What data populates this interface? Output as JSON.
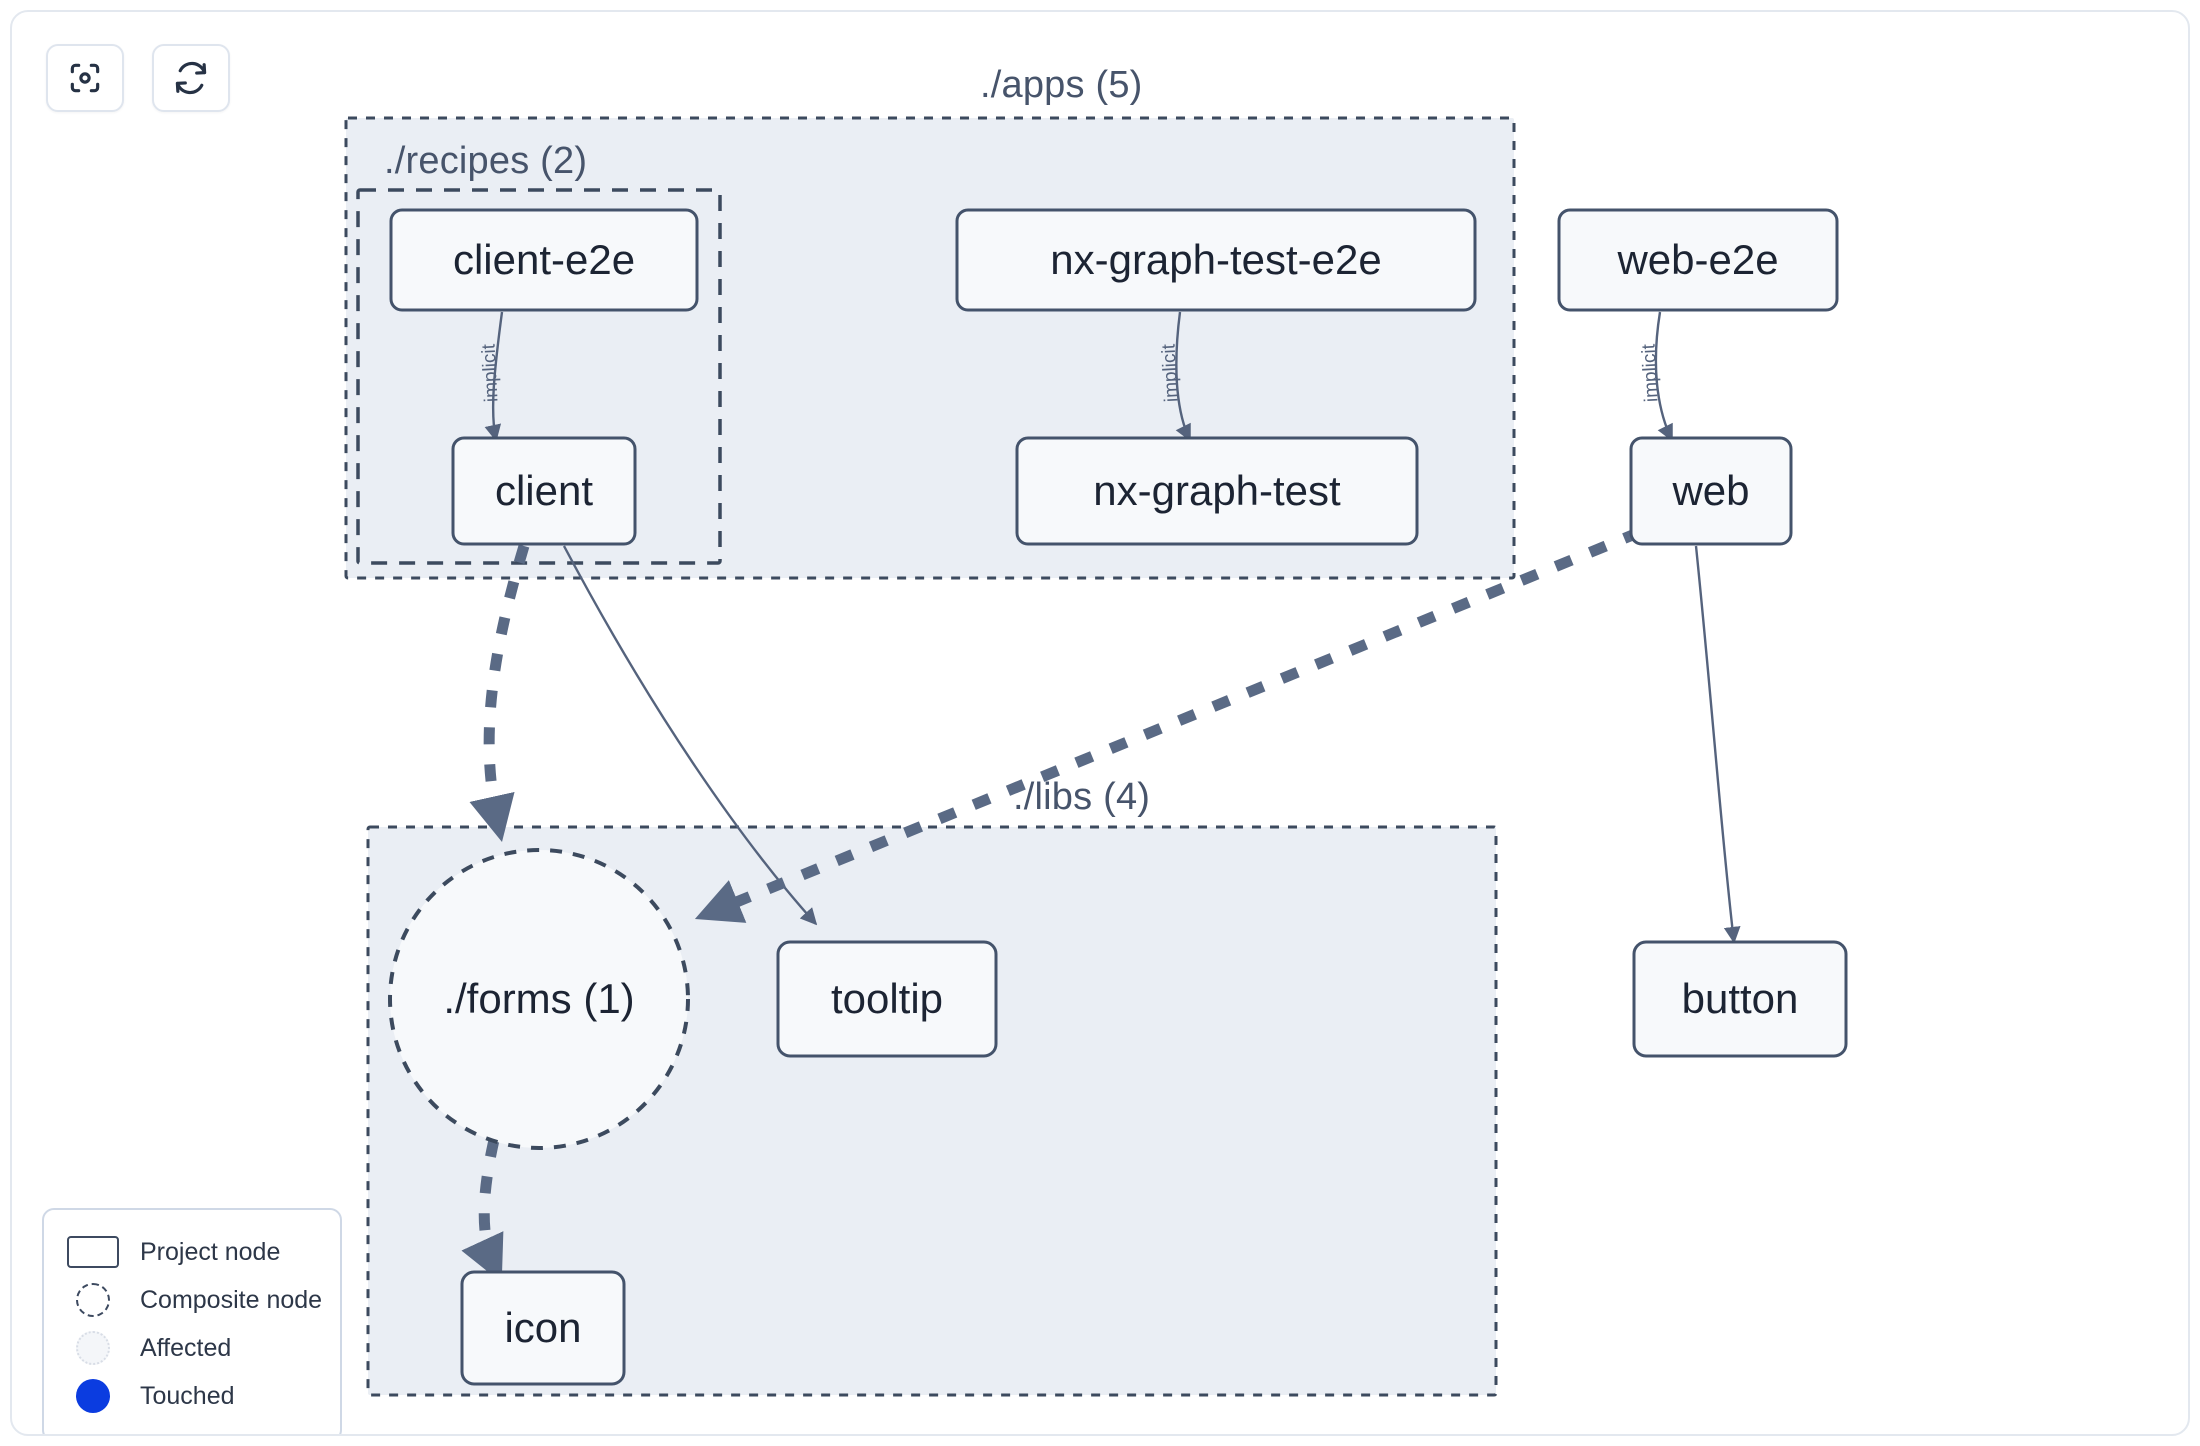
{
  "toolbar": {
    "buttons": [
      {
        "name": "focus-graph-button",
        "icon": "focus-target-icon",
        "label": ""
      },
      {
        "name": "refresh-graph-button",
        "icon": "refresh-icon",
        "label": ""
      }
    ]
  },
  "graph": {
    "groups": [
      {
        "id": "apps",
        "label": "./apps (5)",
        "style": "dotted"
      },
      {
        "id": "recipes",
        "label": "./recipes (2)",
        "style": "dashed"
      },
      {
        "id": "libs",
        "label": "./libs (4)",
        "style": "dotted"
      }
    ],
    "nodes": [
      {
        "id": "client-e2e",
        "label": "client-e2e",
        "type": "project",
        "group": "recipes"
      },
      {
        "id": "client",
        "label": "client",
        "type": "project",
        "group": "recipes"
      },
      {
        "id": "nx-graph-test-e2e",
        "label": "nx-graph-test-e2e",
        "type": "project",
        "group": "apps"
      },
      {
        "id": "nx-graph-test",
        "label": "nx-graph-test",
        "type": "project",
        "group": "apps"
      },
      {
        "id": "web-e2e",
        "label": "web-e2e",
        "type": "project",
        "group": "apps"
      },
      {
        "id": "web",
        "label": "web",
        "type": "project",
        "group": "apps"
      },
      {
        "id": "forms",
        "label": "./forms (1)",
        "type": "composite",
        "group": "libs"
      },
      {
        "id": "tooltip",
        "label": "tooltip",
        "type": "project",
        "group": "libs"
      },
      {
        "id": "button",
        "label": "button",
        "type": "project",
        "group": "libs"
      },
      {
        "id": "icon",
        "label": "icon",
        "type": "project",
        "group": "libs"
      }
    ],
    "edges": [
      {
        "from": "client-e2e",
        "to": "client",
        "label": "implicit",
        "style": "solid"
      },
      {
        "from": "nx-graph-test-e2e",
        "to": "nx-graph-test",
        "label": "implicit",
        "style": "solid"
      },
      {
        "from": "web-e2e",
        "to": "web",
        "label": "implicit",
        "style": "solid"
      },
      {
        "from": "client",
        "to": "forms",
        "label": "",
        "style": "dashed-thick"
      },
      {
        "from": "client",
        "to": "tooltip",
        "label": "",
        "style": "solid"
      },
      {
        "from": "web",
        "to": "forms",
        "label": "",
        "style": "dashed-thick"
      },
      {
        "from": "web",
        "to": "button",
        "label": "",
        "style": "solid"
      },
      {
        "from": "forms",
        "to": "icon",
        "label": "",
        "style": "dashed-thick"
      }
    ]
  },
  "legend": {
    "items": [
      {
        "swatch": "project-node-swatch",
        "label": "Project node"
      },
      {
        "swatch": "composite-node-swatch",
        "label": "Composite node"
      },
      {
        "swatch": "affected-swatch",
        "label": "Affected"
      },
      {
        "swatch": "touched-swatch",
        "label": "Touched"
      }
    ]
  },
  "colors": {
    "group_fill": "#eaeef4",
    "group_border": "#3c4a5e",
    "node_fill": "#f7f9fb",
    "node_border": "#44536b",
    "node_text": "#1c2433",
    "edge": "#55637d",
    "edge_thick": "#5a6a85",
    "touched": "#0b3ce0",
    "card_border": "#e3e8ef"
  }
}
